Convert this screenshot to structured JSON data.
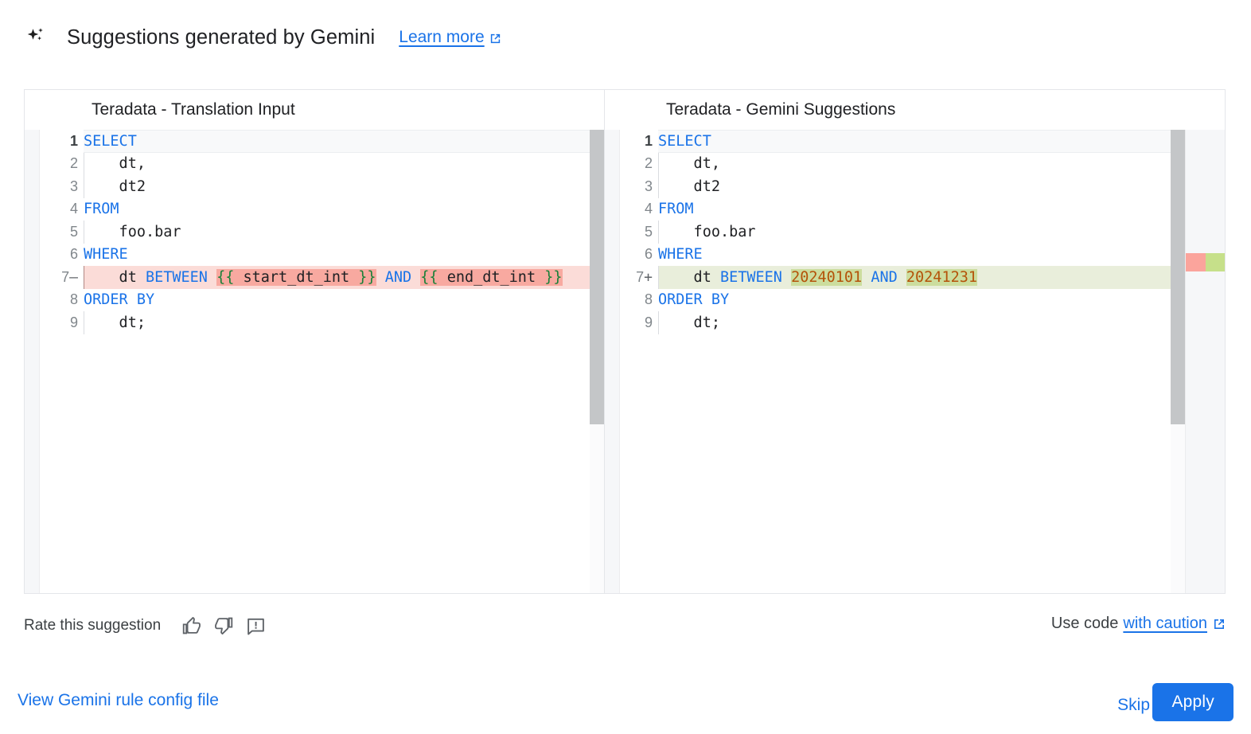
{
  "header": {
    "icon": "gemini-sparkle-icon",
    "title": "Suggestions generated by Gemini",
    "learn_more": "Learn more",
    "external_icon": "external-link-icon",
    "link_color": "#1a73e8"
  },
  "diff": {
    "left": {
      "title": "Teradata - Translation Input",
      "lines": [
        {
          "num": "1",
          "sign": "",
          "state": "current",
          "indent": false,
          "tokens": [
            {
              "t": "SELECT",
              "c": "kw"
            }
          ]
        },
        {
          "num": "2",
          "sign": "",
          "state": "normal",
          "indent": true,
          "tokens": [
            {
              "t": "    dt,",
              "c": "pl"
            }
          ]
        },
        {
          "num": "3",
          "sign": "",
          "state": "normal",
          "indent": true,
          "tokens": [
            {
              "t": "    dt2",
              "c": "pl"
            }
          ]
        },
        {
          "num": "4",
          "sign": "",
          "state": "normal",
          "indent": false,
          "tokens": [
            {
              "t": "FROM",
              "c": "kw"
            }
          ]
        },
        {
          "num": "5",
          "sign": "",
          "state": "normal",
          "indent": true,
          "tokens": [
            {
              "t": "    foo.bar",
              "c": "pl"
            }
          ]
        },
        {
          "num": "6",
          "sign": "",
          "state": "normal",
          "indent": false,
          "tokens": [
            {
              "t": "WHERE",
              "c": "kw"
            }
          ]
        },
        {
          "num": "7",
          "sign": "—",
          "state": "del",
          "indent": true,
          "tokens": [
            {
              "t": "    dt ",
              "c": "pl"
            },
            {
              "t": "BETWEEN",
              "c": "kw"
            },
            {
              "t": " ",
              "c": "pl"
            },
            {
              "t": "{{",
              "c": "br hl-del"
            },
            {
              "t": " start_dt_int ",
              "c": "pl hl-del"
            },
            {
              "t": "}}",
              "c": "br hl-del"
            },
            {
              "t": " ",
              "c": "pl"
            },
            {
              "t": "AND",
              "c": "kw"
            },
            {
              "t": " ",
              "c": "pl"
            },
            {
              "t": "{{",
              "c": "br hl-del"
            },
            {
              "t": " end_dt_int ",
              "c": "pl hl-del"
            },
            {
              "t": "}}",
              "c": "br hl-del"
            }
          ]
        },
        {
          "num": "8",
          "sign": "",
          "state": "normal",
          "indent": false,
          "tokens": [
            {
              "t": "ORDER BY",
              "c": "kw"
            }
          ]
        },
        {
          "num": "9",
          "sign": "",
          "state": "normal",
          "indent": true,
          "tokens": [
            {
              "t": "    dt;",
              "c": "pl"
            }
          ]
        }
      ]
    },
    "right": {
      "title": "Teradata - Gemini Suggestions",
      "lines": [
        {
          "num": "1",
          "sign": "",
          "state": "current",
          "indent": false,
          "tokens": [
            {
              "t": "SELECT",
              "c": "kw"
            }
          ]
        },
        {
          "num": "2",
          "sign": "",
          "state": "normal",
          "indent": true,
          "tokens": [
            {
              "t": "    dt,",
              "c": "pl"
            }
          ]
        },
        {
          "num": "3",
          "sign": "",
          "state": "normal",
          "indent": true,
          "tokens": [
            {
              "t": "    dt2",
              "c": "pl"
            }
          ]
        },
        {
          "num": "4",
          "sign": "",
          "state": "normal",
          "indent": false,
          "tokens": [
            {
              "t": "FROM",
              "c": "kw"
            }
          ]
        },
        {
          "num": "5",
          "sign": "",
          "state": "normal",
          "indent": true,
          "tokens": [
            {
              "t": "    foo.bar",
              "c": "pl"
            }
          ]
        },
        {
          "num": "6",
          "sign": "",
          "state": "normal",
          "indent": false,
          "tokens": [
            {
              "t": "WHERE",
              "c": "kw"
            }
          ]
        },
        {
          "num": "7",
          "sign": "+",
          "state": "add",
          "indent": true,
          "tokens": [
            {
              "t": "    dt ",
              "c": "pl"
            },
            {
              "t": "BETWEEN",
              "c": "kw"
            },
            {
              "t": " ",
              "c": "pl"
            },
            {
              "t": "20240101",
              "c": "num hl-add"
            },
            {
              "t": " ",
              "c": "pl"
            },
            {
              "t": "AND",
              "c": "kw"
            },
            {
              "t": " ",
              "c": "pl"
            },
            {
              "t": "20241231",
              "c": "num hl-add"
            }
          ]
        },
        {
          "num": "8",
          "sign": "",
          "state": "normal",
          "indent": false,
          "tokens": [
            {
              "t": "ORDER BY",
              "c": "kw"
            }
          ]
        },
        {
          "num": "9",
          "sign": "",
          "state": "normal",
          "indent": true,
          "tokens": [
            {
              "t": "    dt;",
              "c": "pl"
            }
          ]
        }
      ]
    },
    "colors": {
      "deleted_line_bg": "#fbdcd8",
      "deleted_token_bg": "#f8a9a0",
      "added_line_bg": "#e9eedb",
      "added_token_bg": "#ccdd9e",
      "keyword": "#1a73e8",
      "number": "#b45309",
      "brace": "#188038",
      "ruler_deleted": "#fba49c",
      "ruler_added": "#c6e08a"
    }
  },
  "feedback": {
    "label": "Rate this suggestion",
    "thumb_up": "thumb-up-icon",
    "thumb_down": "thumb-down-icon",
    "report": "report-feedback-icon",
    "use_code_prefix": "Use code",
    "use_code_link": "with caution",
    "external_icon": "external-link-icon"
  },
  "footer": {
    "config_link": "View Gemini rule config file",
    "skip": "Skip",
    "apply": "Apply",
    "apply_bg": "#1a73e8"
  }
}
